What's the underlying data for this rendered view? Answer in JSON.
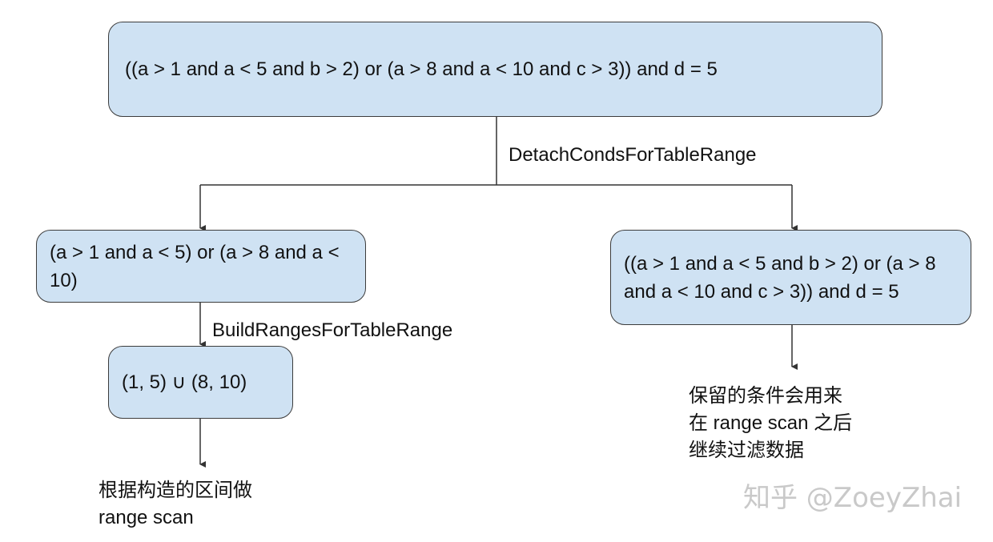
{
  "nodes": {
    "root": "((a > 1 and a < 5 and b > 2) or (a > 8 and a < 10 and c > 3)) and d = 5",
    "left": "(a > 1 and a < 5) or (a > 8 and a < 10)",
    "right": "((a > 1 and a < 5 and b > 2) or (a > 8 and a < 10 and c > 3)) and d = 5",
    "range": "(1, 5) ∪ (8, 10)"
  },
  "edge_labels": {
    "detach": "DetachCondsForTableRange",
    "build": "BuildRangesForTableRange"
  },
  "notes": {
    "left": [
      "根据构造的区间做",
      "range scan"
    ],
    "right": [
      "保留的条件会用来",
      "在 range scan 之后",
      "继续过滤数据"
    ]
  },
  "watermark": "知乎 @ZoeyZhai",
  "colors": {
    "node_fill": "#cfe2f3",
    "node_border": "#3c3c3c",
    "line": "#333333",
    "watermark": "#c9c9c9"
  }
}
